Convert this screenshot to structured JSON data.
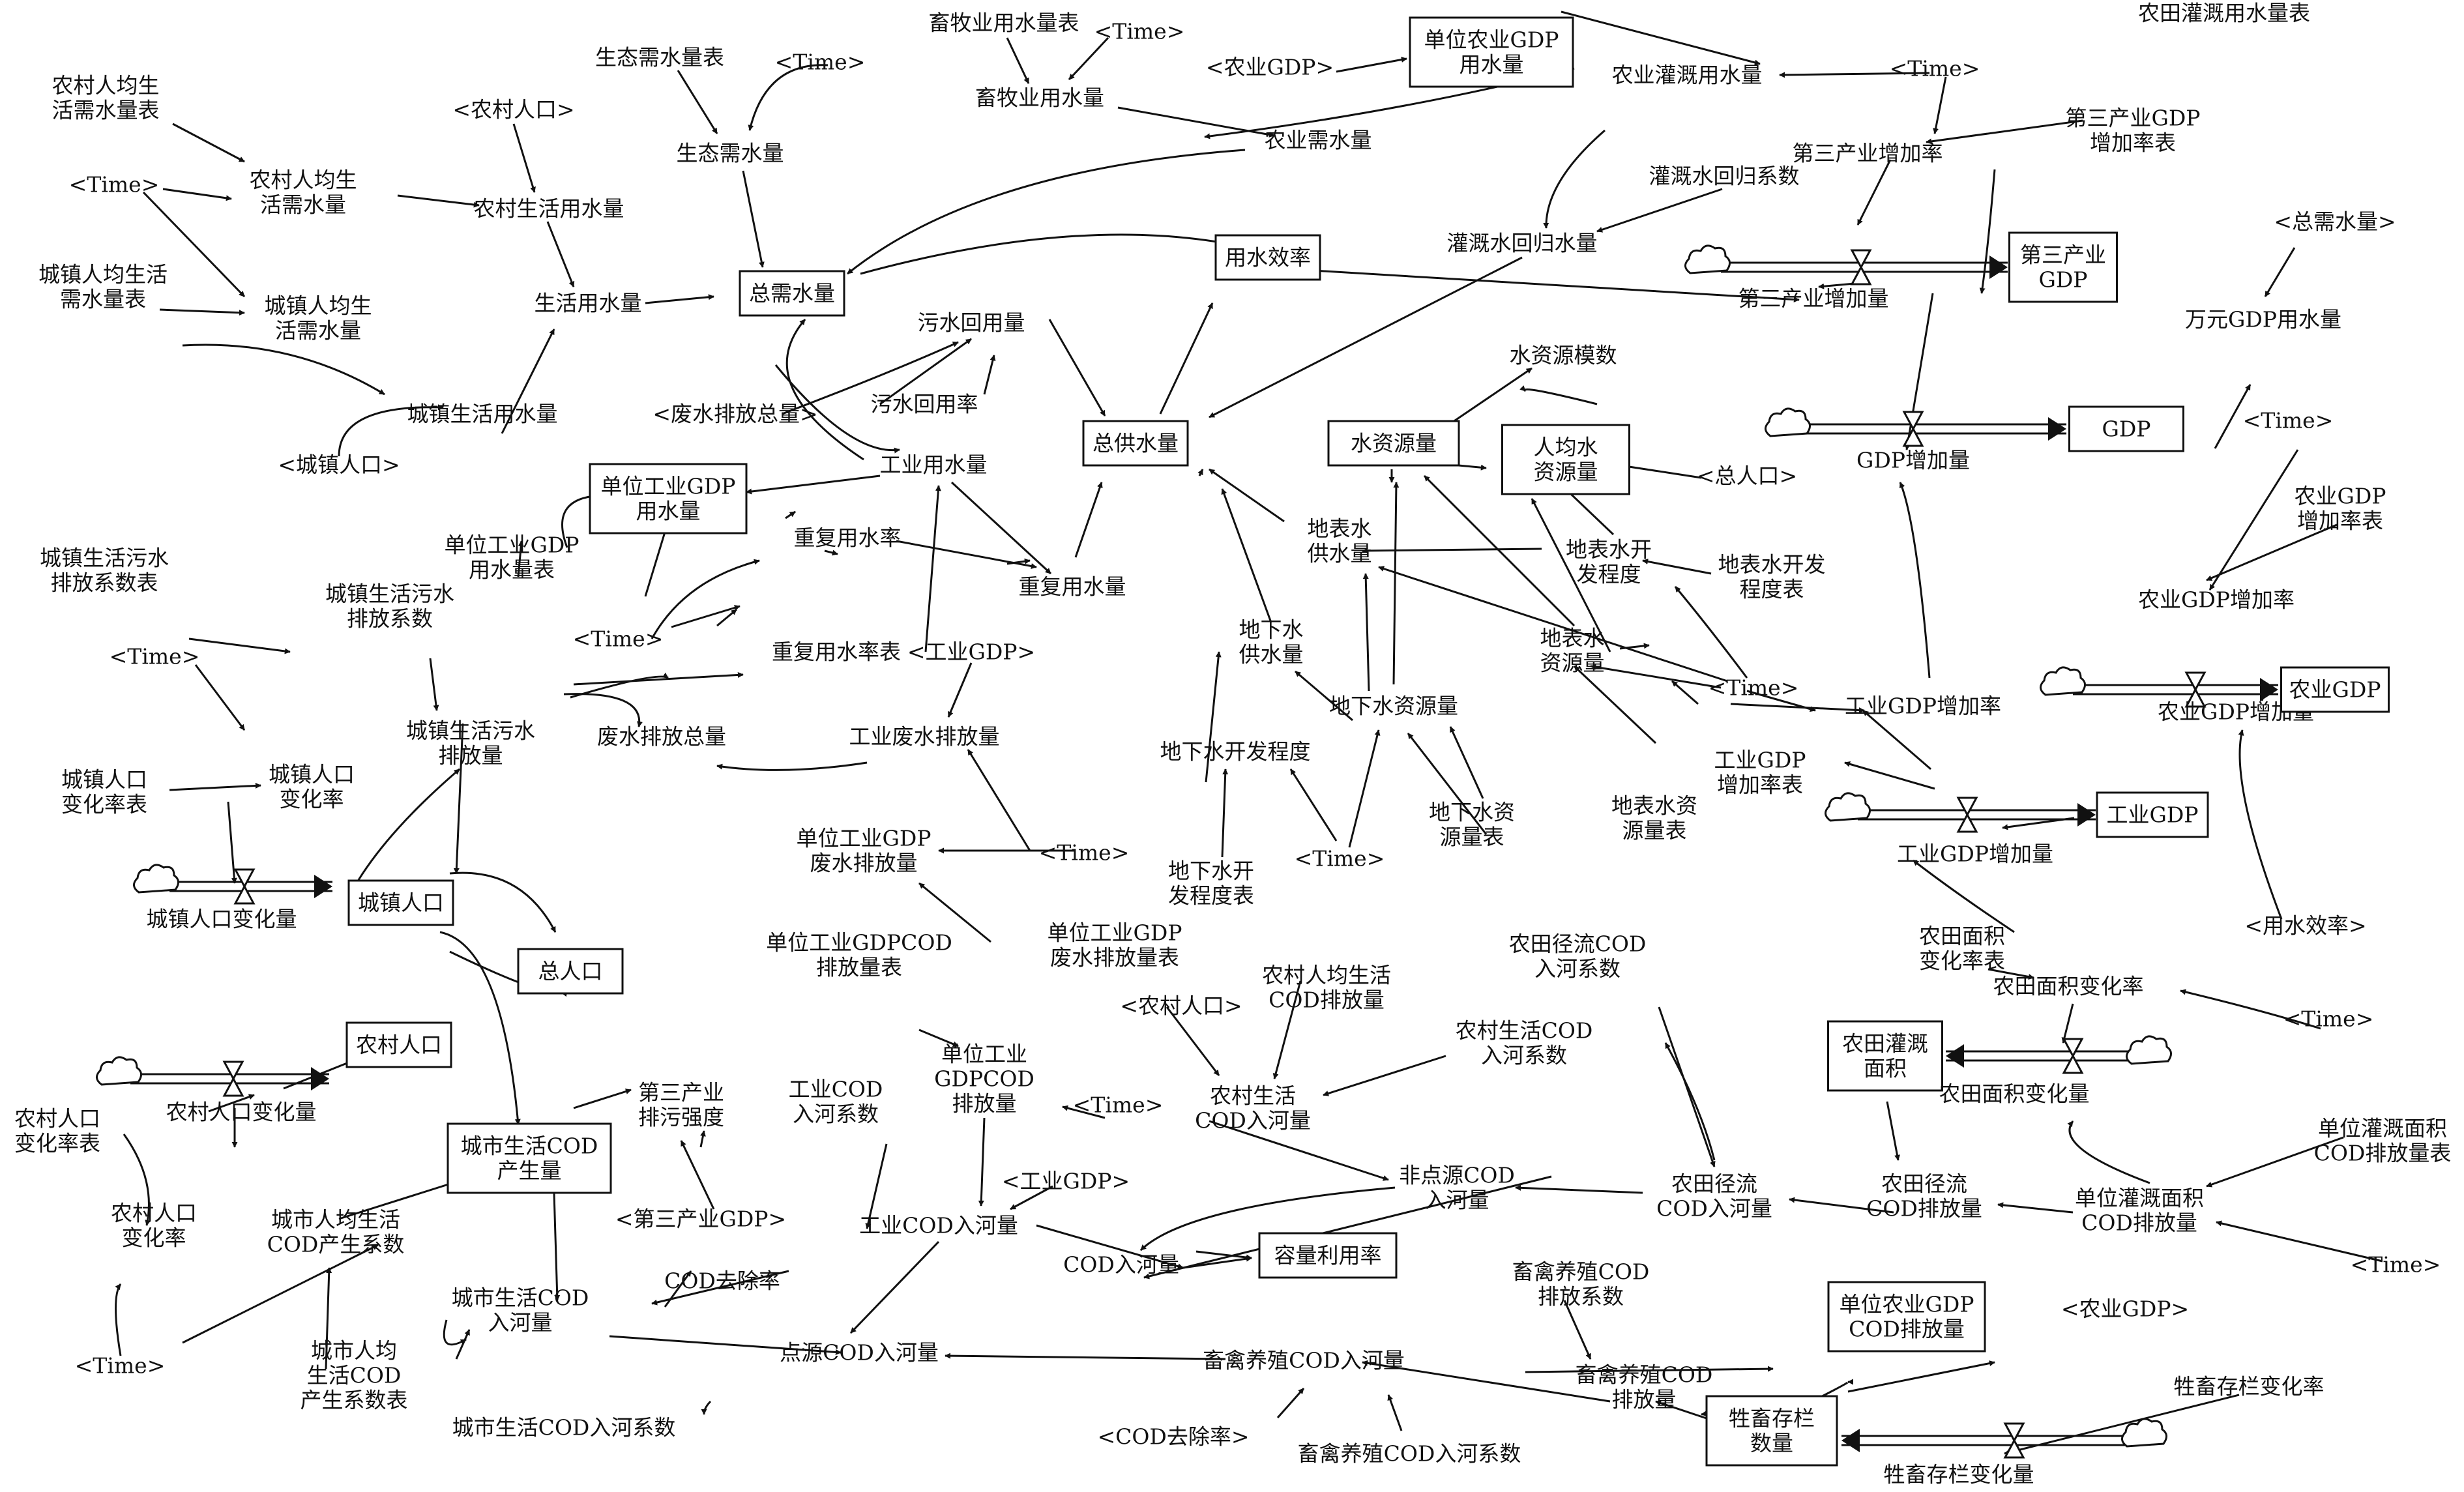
{
  "nodes": [
    {
      "id": "shengtai_table",
      "lines": [
        "生态需水量表"
      ]
    },
    {
      "id": "xumu_table",
      "lines": [
        "畜牧业用水量表"
      ]
    },
    {
      "id": "time_top1",
      "lines": [
        "<Time>"
      ]
    },
    {
      "id": "agri_gdp_unit",
      "lines": [
        "单位农业GDP",
        "用水量"
      ],
      "box": true
    },
    {
      "id": "nongtian_table",
      "lines": [
        "农田灌溉用水量表"
      ]
    },
    {
      "id": "nongcun_pc_table",
      "lines": [
        "农村人均生",
        "活需水量表"
      ]
    },
    {
      "id": "time_a",
      "lines": [
        "<Time>"
      ]
    },
    {
      "id": "nongcun_pop_ref",
      "lines": [
        "<农村人口>"
      ]
    },
    {
      "id": "xumu",
      "lines": [
        "畜牧业用水量"
      ]
    },
    {
      "id": "agri_gdp_ref1",
      "lines": [
        "<农业GDP>"
      ]
    },
    {
      "id": "agri_irr",
      "lines": [
        "农业灌溉用水量"
      ]
    },
    {
      "id": "time_b",
      "lines": [
        "<Time>"
      ]
    },
    {
      "id": "san_gdp_rate_table",
      "lines": [
        "第三产业GDP",
        "增加率表"
      ]
    },
    {
      "id": "time_c",
      "lines": [
        "<Time>"
      ]
    },
    {
      "id": "nongcun_pc",
      "lines": [
        "农村人均生",
        "活需水量"
      ]
    },
    {
      "id": "shengtai",
      "lines": [
        "生态需水量"
      ]
    },
    {
      "id": "agri_need",
      "lines": [
        "农业需水量"
      ]
    },
    {
      "id": "san_rate",
      "lines": [
        "第三产业增加率"
      ]
    },
    {
      "id": "nongcun_live",
      "lines": [
        "农村生活用水量"
      ]
    },
    {
      "id": "irr_coef",
      "lines": [
        "灌溉水回归系数"
      ]
    },
    {
      "id": "chengzhen_pc_table",
      "lines": [
        "城镇人均生活",
        "需水量表"
      ]
    },
    {
      "id": "irr_return",
      "lines": [
        "灌溉水回归水量"
      ]
    },
    {
      "id": "total_need_ref",
      "lines": [
        "<总需水量>"
      ]
    },
    {
      "id": "total_need",
      "lines": [
        "总需水量"
      ],
      "box": true
    },
    {
      "id": "eff",
      "lines": [
        "用水效率"
      ],
      "box": true
    },
    {
      "id": "san_stock",
      "lines": [
        "第三产业",
        "GDP"
      ],
      "box": true
    },
    {
      "id": "live_water",
      "lines": [
        "生活用水量"
      ]
    },
    {
      "id": "chengzhen_pc",
      "lines": [
        "城镇人均生",
        "活需水量"
      ]
    },
    {
      "id": "san_flow",
      "lines": [
        "第三产业增加量"
      ]
    },
    {
      "id": "wan_gdp",
      "lines": [
        "万元GDP用水量"
      ]
    },
    {
      "id": "wu_hui",
      "lines": [
        "污水回用量"
      ]
    },
    {
      "id": "shui_moshu",
      "lines": [
        "水资源模数"
      ]
    },
    {
      "id": "wu_rate",
      "lines": [
        "污水回用率"
      ]
    },
    {
      "id": "fei_ref",
      "lines": [
        "<废水排放总量>"
      ]
    },
    {
      "id": "chengzhen_live",
      "lines": [
        "城镇生活用水量"
      ]
    },
    {
      "id": "total_supply",
      "lines": [
        "总供水量"
      ],
      "box": true
    },
    {
      "id": "water_res",
      "lines": [
        "水资源量"
      ],
      "box": true
    },
    {
      "id": "per_res",
      "lines": [
        "人均水",
        "资源量"
      ],
      "box": true
    },
    {
      "id": "gdp",
      "lines": [
        "GDP"
      ],
      "box": true
    },
    {
      "id": "time_d",
      "lines": [
        "<Time>"
      ]
    },
    {
      "id": "gdp_flow",
      "lines": [
        "GDP增加量"
      ]
    },
    {
      "id": "chengzhen_pop_ref",
      "lines": [
        "<城镇人口>"
      ]
    },
    {
      "id": "total_pop_ref",
      "lines": [
        "<总人口>"
      ]
    },
    {
      "id": "ind_unit",
      "lines": [
        "单位工业GDP",
        "用水量"
      ],
      "box": true
    },
    {
      "id": "ind_water",
      "lines": [
        "工业用水量"
      ]
    },
    {
      "id": "agri_rate_table",
      "lines": [
        "农业GDP",
        "增加率表"
      ]
    },
    {
      "id": "ind_unit_var",
      "lines": [
        "单位工业GDP",
        "用水量表"
      ]
    },
    {
      "id": "dibiao_supply",
      "lines": [
        "地表水",
        "供水量"
      ]
    },
    {
      "id": "reuse_rate",
      "lines": [
        "重复用水率"
      ]
    },
    {
      "id": "dibiao_dev",
      "lines": [
        "地表水开",
        "发程度"
      ]
    },
    {
      "id": "dibiao_dev_table",
      "lines": [
        "地表水开发",
        "程度表"
      ]
    },
    {
      "id": "cz_sew_table",
      "lines": [
        "城镇生活污水",
        "排放系数表"
      ]
    },
    {
      "id": "cz_sew_coef",
      "lines": [
        "城镇生活污水",
        "排放系数"
      ]
    },
    {
      "id": "reuse",
      "lines": [
        "重复用水量"
      ]
    },
    {
      "id": "agri_rate",
      "lines": [
        "农业GDP增加率"
      ]
    },
    {
      "id": "time_e",
      "lines": [
        "<Time>"
      ]
    },
    {
      "id": "reuse_table",
      "lines": [
        "重复用水率表"
      ]
    },
    {
      "id": "ind_gdp_ref",
      "lines": [
        "<工业GDP>"
      ]
    },
    {
      "id": "dixia_supply",
      "lines": [
        "地下水",
        "供水量"
      ]
    },
    {
      "id": "dibiao_res",
      "lines": [
        "地表水",
        "资源量"
      ]
    },
    {
      "id": "time_f",
      "lines": [
        "<Time>"
      ]
    },
    {
      "id": "time_g",
      "lines": [
        "<Time>"
      ]
    },
    {
      "id": "agri_flow",
      "lines": [
        "农业GDP增加量"
      ]
    },
    {
      "id": "agri_stock",
      "lines": [
        "农业GDP"
      ],
      "box": true
    },
    {
      "id": "cz_sew",
      "lines": [
        "城镇生活污水",
        "排放量"
      ]
    },
    {
      "id": "fei_total",
      "lines": [
        "废水排放总量"
      ]
    },
    {
      "id": "ind_waste",
      "lines": [
        "工业废水排放量"
      ]
    },
    {
      "id": "dixia_res",
      "lines": [
        "地下水资源量"
      ]
    },
    {
      "id": "ind_rate",
      "lines": [
        "工业GDP增加率"
      ]
    },
    {
      "id": "dixia_dev",
      "lines": [
        "地下水开发程度"
      ]
    },
    {
      "id": "cz_pop_table",
      "lines": [
        "城镇人口",
        "变化率表"
      ]
    },
    {
      "id": "cz_pop_rate",
      "lines": [
        "城镇人口",
        "变化率"
      ]
    },
    {
      "id": "ind_rate_table",
      "lines": [
        "工业GDP",
        "增加率表"
      ]
    },
    {
      "id": "dixia_table",
      "lines": [
        "地下水资",
        "源量表"
      ]
    },
    {
      "id": "dibiao_table",
      "lines": [
        "地表水资",
        "源量表"
      ]
    },
    {
      "id": "ind_waste_unit",
      "lines": [
        "单位工业GDP",
        "废水排放量"
      ]
    },
    {
      "id": "time_h",
      "lines": [
        "<Time>"
      ]
    },
    {
      "id": "ind_stock",
      "lines": [
        "工业GDP"
      ],
      "box": true
    },
    {
      "id": "ind_flow",
      "lines": [
        "工业GDP增加量"
      ]
    },
    {
      "id": "time_i",
      "lines": [
        "<Time>"
      ]
    },
    {
      "id": "dixia_dev_table",
      "lines": [
        "地下水开",
        "发程度表"
      ]
    },
    {
      "id": "cz_pop",
      "lines": [
        "城镇人口"
      ],
      "box": true
    },
    {
      "id": "cz_flow",
      "lines": [
        "城镇人口变化量"
      ]
    },
    {
      "id": "eff_ref",
      "lines": [
        "<用水效率>"
      ]
    },
    {
      "id": "ind_waste_table",
      "lines": [
        "单位工业GDP",
        "废水排放量表"
      ]
    },
    {
      "id": "field_rate_table",
      "lines": [
        "农田面积",
        "变化率表"
      ]
    },
    {
      "id": "ind_cod_table",
      "lines": [
        "单位工业GDPCOD",
        "排放量表"
      ]
    },
    {
      "id": "nc_cod_pc",
      "lines": [
        "农村人均生活",
        "COD排放量"
      ]
    },
    {
      "id": "field_runoff",
      "lines": [
        "农田径流COD",
        "入河系数"
      ]
    },
    {
      "id": "total_pop",
      "lines": [
        "总人口"
      ],
      "box": true
    },
    {
      "id": "field_rate",
      "lines": [
        "农田面积变化率"
      ]
    },
    {
      "id": "nc_pop_ref",
      "lines": [
        "<农村人口>"
      ]
    },
    {
      "id": "nc_cod_coef",
      "lines": [
        "农村生活COD",
        "入河系数"
      ]
    },
    {
      "id": "time_j",
      "lines": [
        "<Time>"
      ]
    },
    {
      "id": "nc_pop",
      "lines": [
        "农村人口"
      ],
      "box": true
    },
    {
      "id": "field_area",
      "lines": [
        "农田灌溉",
        "面积"
      ],
      "box": true
    },
    {
      "id": "ind_cod_unit",
      "lines": [
        "单位工业",
        "GDPCOD",
        "排放量"
      ]
    },
    {
      "id": "nc_cod",
      "lines": [
        "农村生活",
        "COD入河量"
      ]
    },
    {
      "id": "san_sew",
      "lines": [
        "第三产业",
        "排污强度"
      ]
    },
    {
      "id": "ind_cod_coef",
      "lines": [
        "工业COD",
        "入河系数"
      ]
    },
    {
      "id": "time_k",
      "lines": [
        "<Time>"
      ]
    },
    {
      "id": "field_flow",
      "lines": [
        "农田面积变化量"
      ]
    },
    {
      "id": "nc_flow",
      "lines": [
        "农村人口变化量"
      ]
    },
    {
      "id": "nc_pop_table",
      "lines": [
        "农村人口",
        "变化率表"
      ]
    },
    {
      "id": "city_cod",
      "lines": [
        "城市生活COD",
        "产生量"
      ],
      "box": true
    },
    {
      "id": "unit_irr_table",
      "lines": [
        "单位灌溉面积",
        "COD排放量表"
      ]
    },
    {
      "id": "ind_gdp_ref2",
      "lines": [
        "<工业GDP>"
      ]
    },
    {
      "id": "nonpoint",
      "lines": [
        "非点源COD",
        "入河量"
      ]
    },
    {
      "id": "field_cod_in",
      "lines": [
        "农田径流",
        "COD入河量"
      ]
    },
    {
      "id": "field_cod",
      "lines": [
        "农田径流",
        "COD排放量"
      ]
    },
    {
      "id": "unit_irr",
      "lines": [
        "单位灌溉面积",
        "COD排放量"
      ]
    },
    {
      "id": "nc_pop_rate",
      "lines": [
        "农村人口",
        "变化率"
      ]
    },
    {
      "id": "city_pc",
      "lines": [
        "城市人均生活",
        "COD产生系数"
      ]
    },
    {
      "id": "san_gdp_ref",
      "lines": [
        "<第三产业GDP>"
      ]
    },
    {
      "id": "ind_cod",
      "lines": [
        "工业COD入河量"
      ]
    },
    {
      "id": "cod_in",
      "lines": [
        "COD入河量"
      ]
    },
    {
      "id": "capacity",
      "lines": [
        "容量利用率"
      ],
      "box": true
    },
    {
      "id": "livestock_coef",
      "lines": [
        "畜禽养殖COD",
        "排放系数"
      ]
    },
    {
      "id": "time_l",
      "lines": [
        "<Time>"
      ]
    },
    {
      "id": "cod_removal",
      "lines": [
        "COD去除率"
      ]
    },
    {
      "id": "city_cod_in",
      "lines": [
        "城市生活COD",
        "入河量"
      ]
    },
    {
      "id": "agri_cod_unit",
      "lines": [
        "单位农业GDP",
        "COD排放量"
      ],
      "box": true
    },
    {
      "id": "agri_gdp_ref2",
      "lines": [
        "<农业GDP>"
      ]
    },
    {
      "id": "time_m",
      "lines": [
        "<Time>"
      ]
    },
    {
      "id": "city_pc_table",
      "lines": [
        "城市人均",
        "生活COD",
        "产生系数表"
      ]
    },
    {
      "id": "point_cod",
      "lines": [
        "点源COD入河量"
      ]
    },
    {
      "id": "livestock_cod",
      "lines": [
        "畜禽养殖COD入河量"
      ]
    },
    {
      "id": "livestock_emit",
      "lines": [
        "畜禽养殖COD",
        "排放量"
      ]
    },
    {
      "id": "livestock_rate",
      "lines": [
        "牲畜存栏变化率"
      ]
    },
    {
      "id": "livestock_stock",
      "lines": [
        "牲畜存栏",
        "数量"
      ],
      "box": true
    },
    {
      "id": "city_cod_coef",
      "lines": [
        "城市生活COD入河系数"
      ]
    },
    {
      "id": "cod_removal_ref",
      "lines": [
        "<COD去除率>"
      ]
    },
    {
      "id": "livestock_cod_coef",
      "lines": [
        "畜禽养殖COD入河系数"
      ]
    },
    {
      "id": "livestock_flow",
      "lines": [
        "牲畜存栏变化量"
      ]
    }
  ]
}
